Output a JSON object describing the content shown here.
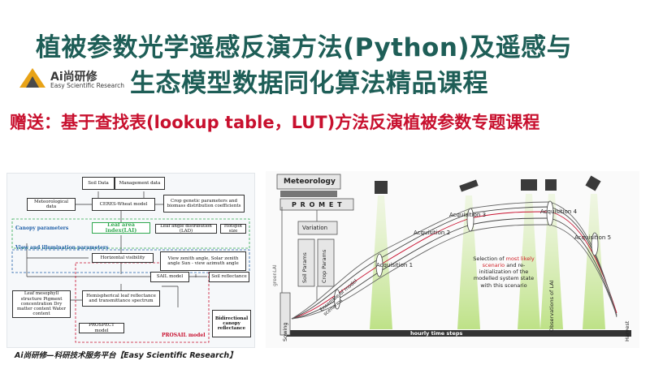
{
  "header": {
    "title_line1": "植被参数光学遥感反演方法(Python)及遥感与",
    "title_line2": "生态模型数据同化算法精品课程",
    "subtitle": "赠送：基于查找表(lookup table，LUT)方法反演植被参数专题课程"
  },
  "logo": {
    "name": "Ai尚研修",
    "tagline": "Easy Scientific Research",
    "colors": [
      "#e8a317",
      "#4a4a4a"
    ]
  },
  "left_diagram": {
    "boxes": {
      "soil_data": "Soil Data",
      "management_data": "Management data",
      "meteorological_data": "Meteorological data",
      "ceres_wheat": "CERES-Wheat model",
      "crop_genetic": "Crop genetic parameters and biomass distribution coefficients",
      "lai": "Leaf area index(LAI)",
      "lad": "Leaf angle distribution (LAD)",
      "hotspot": "Hotspot size",
      "horizontal_visibility": "Horizontal visibility",
      "angles": "View zenith angle, Solar zenith angle Sun - view azimuth angle",
      "sail": "SAIL model",
      "soil_reflectance": "Soil reflectance",
      "leaf_mesophyll": "Leaf mesophyll structure Pigment concentration Dry matter content Water content",
      "hemispherical": "Hemispherical leaf reflectance and transmittance spectrum",
      "prospect": "PROSPECT model",
      "bidirectional": "Bidirectional canopy reflectance"
    },
    "labels": {
      "canopy_parameters": "Canopy parameters",
      "view_illumination": "View and illumination parameters",
      "prosail": "PROSAIL model"
    }
  },
  "right_diagram": {
    "meteorology": "Meteorology",
    "promet": "P R O M E T",
    "variation": "Variation",
    "soil_params": "Soil Params",
    "crop_params": "Crop Params",
    "green_lai": "greenLAI",
    "sowing": "Sowing",
    "harvest": "Harvest",
    "time_axis": "hourly time steps",
    "ensemble": "Ensemble of model scenarios",
    "acquisitions": [
      "Acquisition 1",
      "Acquisition 2",
      "Acquisition 3",
      "Acquisition 4",
      "Acquisition 5"
    ],
    "observations": "Observations of LAI",
    "selection_pre": "Selection of",
    "selection_highlight": "most likely scenario",
    "selection_post": "and re-initialization of the modelled system state with this scenario",
    "highlight_color": "#d2232a"
  },
  "footer": {
    "text": "Ai尚研修—科研技术服务平台【Easy Scientific Research】"
  }
}
